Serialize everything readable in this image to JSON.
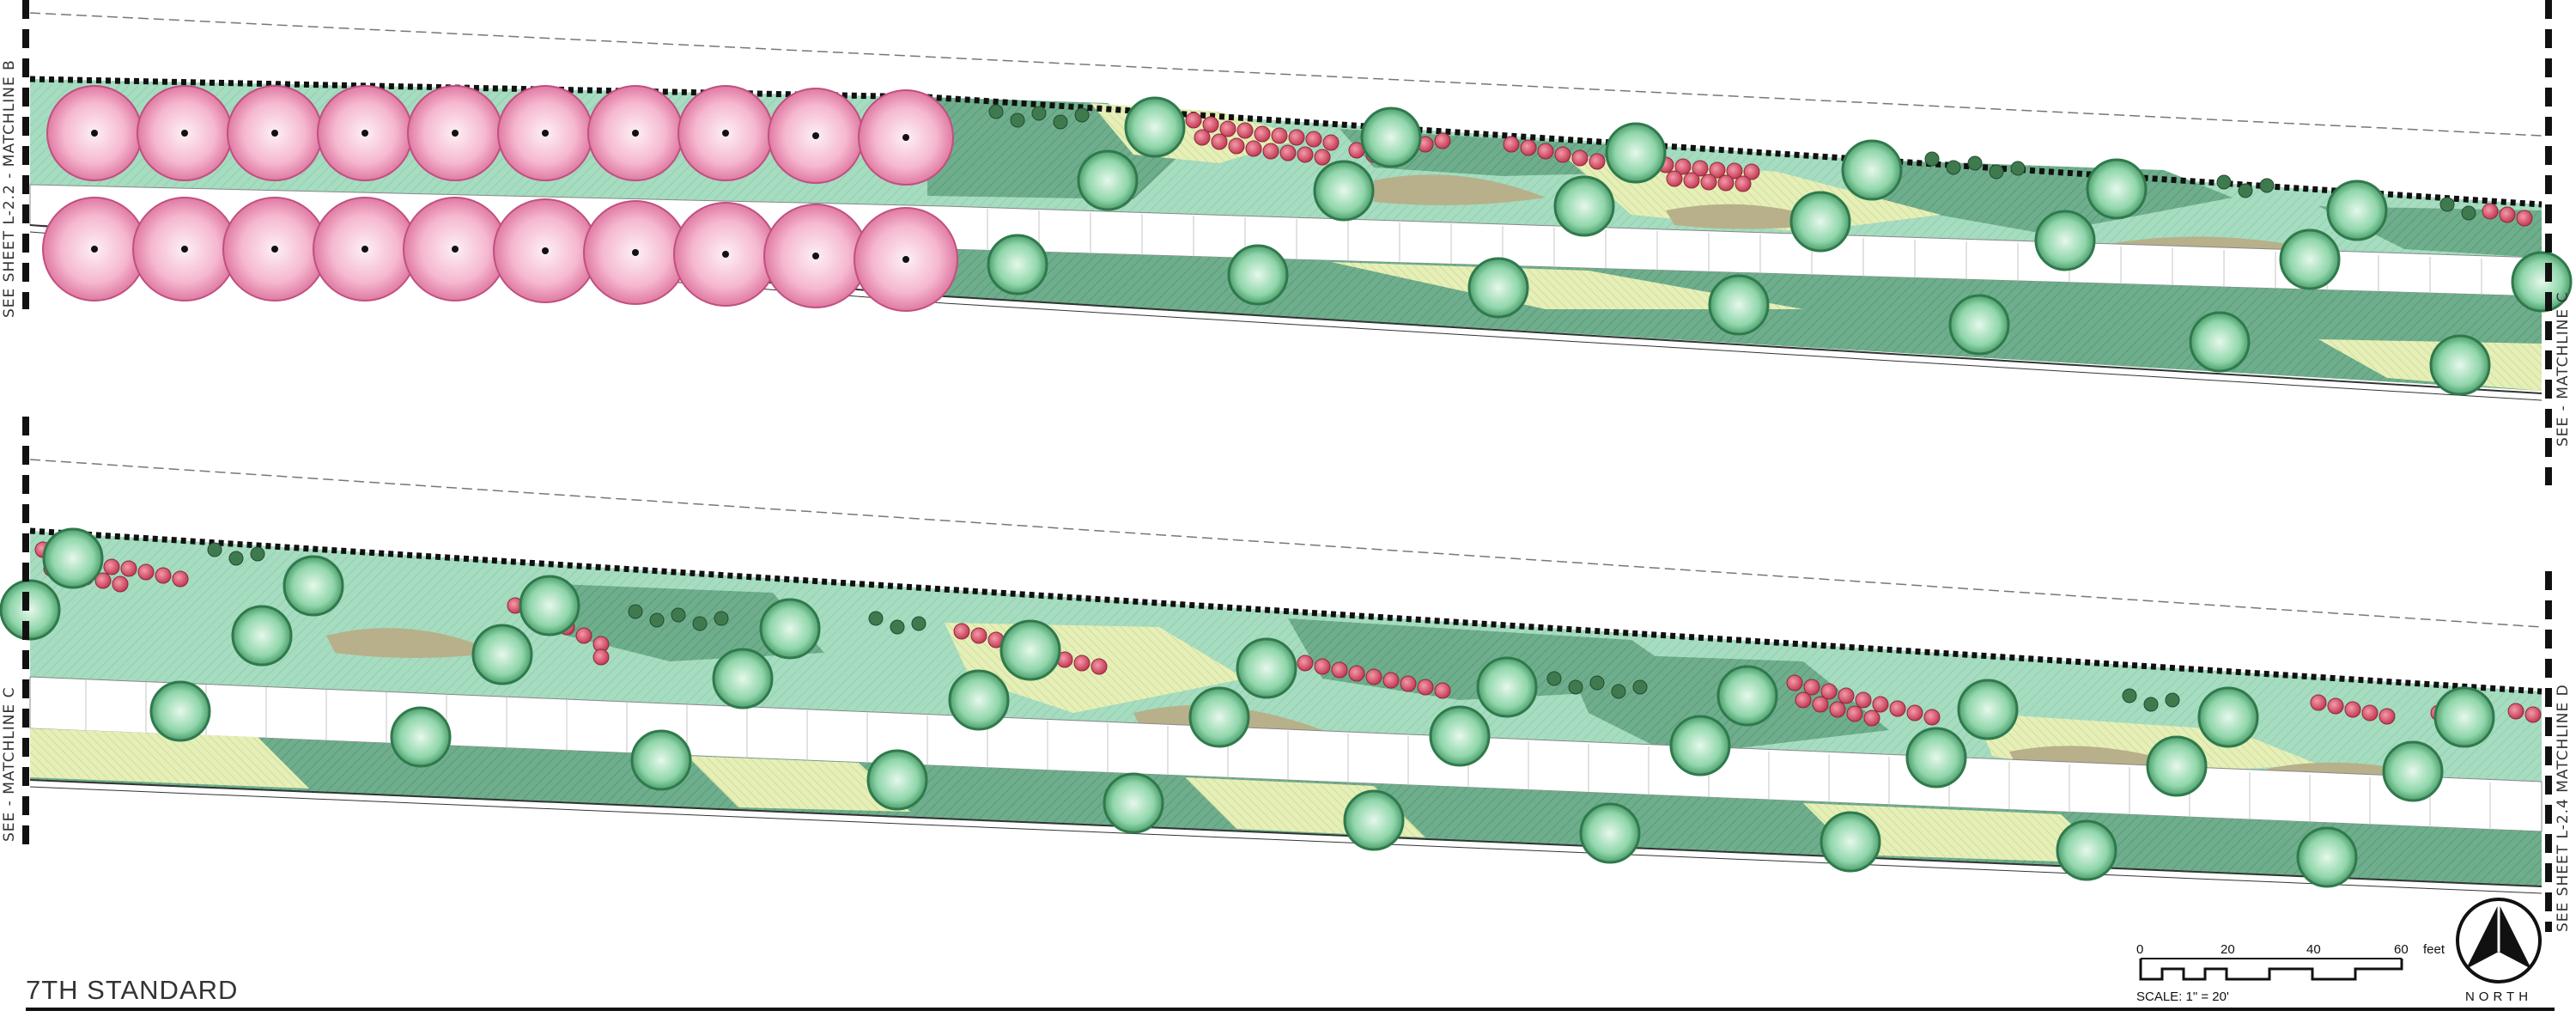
{
  "sheet": {
    "title": "7TH STANDARD",
    "scale_label": "SCALE: 1\" = 20'",
    "scale_ticks": [
      "0",
      "20",
      "40",
      "60"
    ],
    "scale_unit": "feet",
    "north_label": "NORTH"
  },
  "matchlines": {
    "top_left": "SEE SHEET L-2.2 - MATCHLINE B",
    "top_right": "SEE - MATCHLINE C",
    "bottom_left": "SEE - MATCHLINE C",
    "bottom_right": "SEE SHEET L-2.4 MATCHLINE D"
  },
  "colors": {
    "background": "#ffffff",
    "planting_dark": "#6fae8c",
    "planting_light": "#a6dcc0",
    "groundcover_yellow": "#dbe9a6",
    "mulch_tan": "#b8b08a",
    "shrub_red": "#d9536a",
    "shrub_dark": "#3f7a4f",
    "tree_pink": "#f5b7cf",
    "tree_green": "#8fd6aa",
    "line": "#222222"
  },
  "legend_icons": [
    "north-arrow-icon",
    "scale-bar-icon"
  ]
}
